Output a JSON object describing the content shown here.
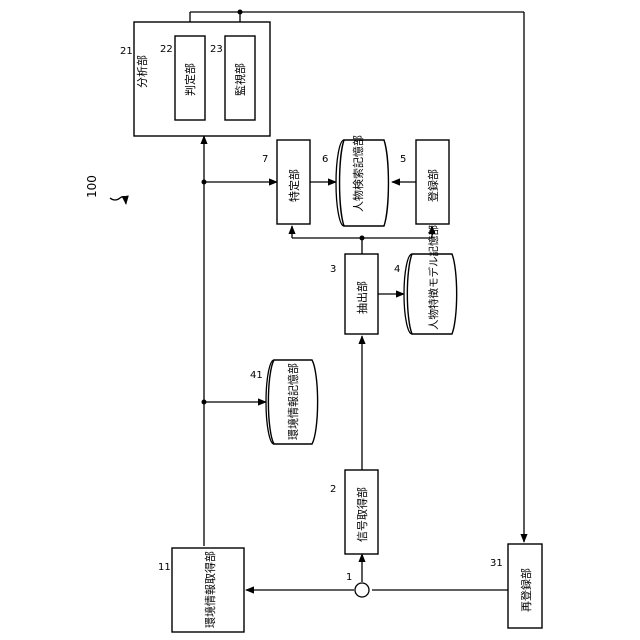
{
  "diagram": {
    "figure_ref": "100",
    "nodes": {
      "analysis": {
        "label": "分析部",
        "ref": "21"
      },
      "judgment": {
        "label": "判定部",
        "ref": "22"
      },
      "monitoring": {
        "label": "監視部",
        "ref": "23"
      },
      "identification": {
        "label": "特定部",
        "ref": "7"
      },
      "person_search_db": {
        "label": "人物検索記憶部",
        "ref": "6"
      },
      "registration": {
        "label": "登録部",
        "ref": "5"
      },
      "extraction": {
        "label": "抽出部",
        "ref": "3"
      },
      "person_feature_db": {
        "label": "人物特徴モデル記憶部",
        "ref": "4"
      },
      "env_info_db": {
        "label": "環境情報記憶部",
        "ref": "41"
      },
      "signal_acq": {
        "label": "信号取得部",
        "ref": "2"
      },
      "env_info_acq": {
        "label": "環境情報取得部",
        "ref": "11"
      },
      "sensor": {
        "label": "",
        "ref": "1"
      },
      "re_registration": {
        "label": "再登録部",
        "ref": "31"
      }
    }
  }
}
